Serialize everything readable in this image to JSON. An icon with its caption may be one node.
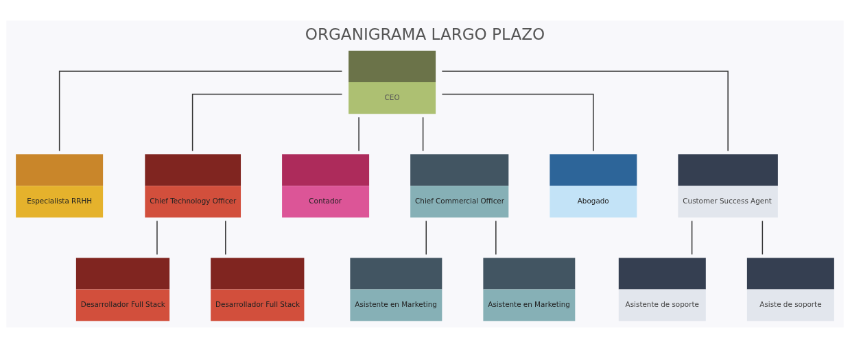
{
  "diagram": {
    "title": "ORGANIGRAMA LARGO PLAZO",
    "nodes": [
      {
        "text": [
          "CEO"
        ]
      },
      {
        "text": [
          "Especialista RRHH"
        ]
      },
      {
        "text": [
          "Chief Technology Officer"
        ]
      },
      {
        "text": [
          "Contador"
        ]
      },
      {
        "text": [
          "Chief Commercial Officer"
        ]
      },
      {
        "text": [
          "Abogado"
        ]
      },
      {
        "text": [
          "Customer Success Agent"
        ]
      },
      {
        "text": [
          "Desarrollador Full Stack"
        ]
      },
      {
        "text": [
          "Desarrollador Full Stack"
        ]
      },
      {
        "text": [
          "Asistente en Marketing"
        ]
      },
      {
        "text": [
          "Asistente en Marketing"
        ]
      },
      {
        "text": [
          "Asistente de soporte"
        ]
      },
      {
        "text": [
          "Asiste de soporte"
        ]
      }
    ],
    "edges": [
      {
        "from": 0,
        "to": 1,
        "arrow": "none"
      },
      {
        "from": 0,
        "to": 2,
        "arrow": "none"
      },
      {
        "from": 0,
        "to": 3,
        "arrow": "none"
      },
      {
        "from": 0,
        "to": 4,
        "arrow": "none"
      },
      {
        "from": 0,
        "to": 5,
        "arrow": "none"
      },
      {
        "from": 0,
        "to": 6,
        "arrow": "none"
      },
      {
        "from": 2,
        "to": 7,
        "arrow": "none"
      },
      {
        "from": 2,
        "to": 8,
        "arrow": "none"
      },
      {
        "from": 4,
        "to": 9,
        "arrow": "none"
      },
      {
        "from": 4,
        "to": 10,
        "arrow": "none"
      },
      {
        "from": 6,
        "to": 11,
        "arrow": "none"
      },
      {
        "from": 6,
        "to": 12,
        "arrow": "none"
      }
    ]
  }
}
